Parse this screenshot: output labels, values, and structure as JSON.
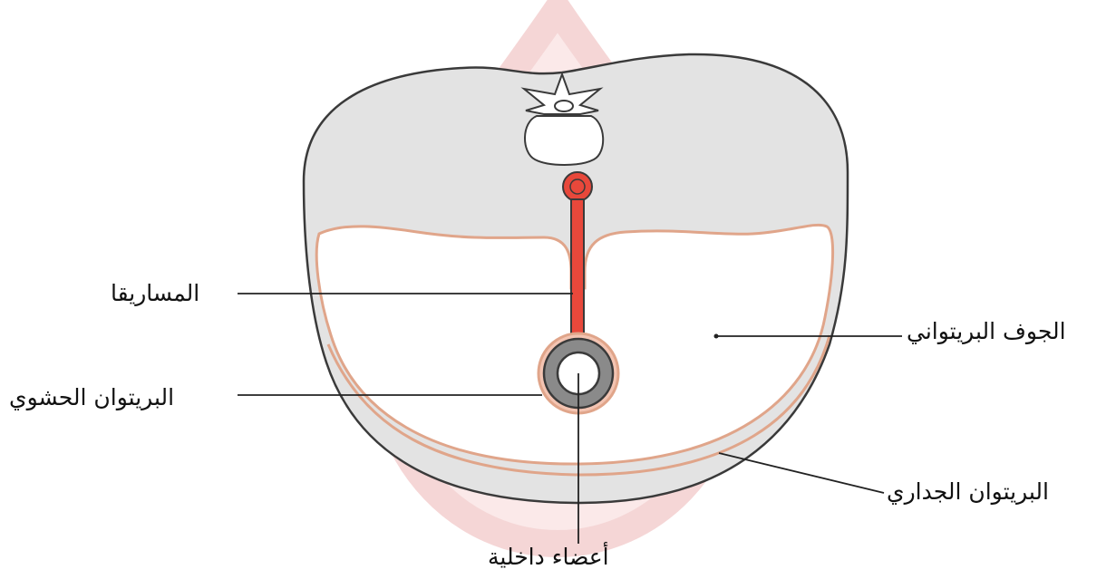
{
  "labels": {
    "mesentery": "المساريقا",
    "visceral_peritoneum": "البريتوان الحشوي",
    "peritoneal_cavity": "الجوف البريتواني",
    "parietal_peritoneum": "البريتوان الجداري",
    "internal_organs": "أعضاء داخلية"
  },
  "colors": {
    "body_wall": "#e3e3e3",
    "outline": "#3a3a3a",
    "peritoneum_line": "#e0a58a",
    "mesentery_red": "#e8483b",
    "organ_ring": "#8a8a8a",
    "watermark": "#f6dede"
  }
}
